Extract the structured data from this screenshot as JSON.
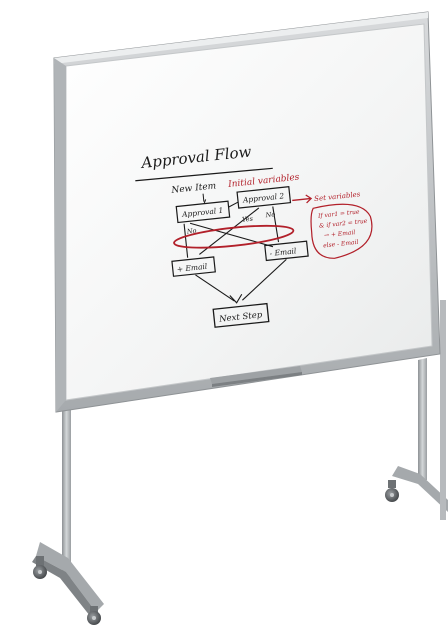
{
  "whiteboard": {
    "title": "Approval Flow",
    "subtitle_black": "New Item",
    "subtitle_red": "Initial variables",
    "box_approval_1": "Approval 1",
    "box_approval_2": "Approval 2",
    "box_email_left": "+ Email",
    "box_email_right": "- Email",
    "box_next_step": "Next Step",
    "label_no": "No",
    "label_yes": "Yes",
    "label_no_2": "No",
    "red_arrow_label": "Set variables",
    "red_note_lines": [
      "If var1 = true",
      "& if var2 = true",
      "→ + Email",
      "else - Email"
    ]
  },
  "colors": {
    "ink_black": "#1a1a1a",
    "ink_red": "#b2202a",
    "frame_silver": "#b9bcbf",
    "board_white": "#f6f7f7"
  }
}
